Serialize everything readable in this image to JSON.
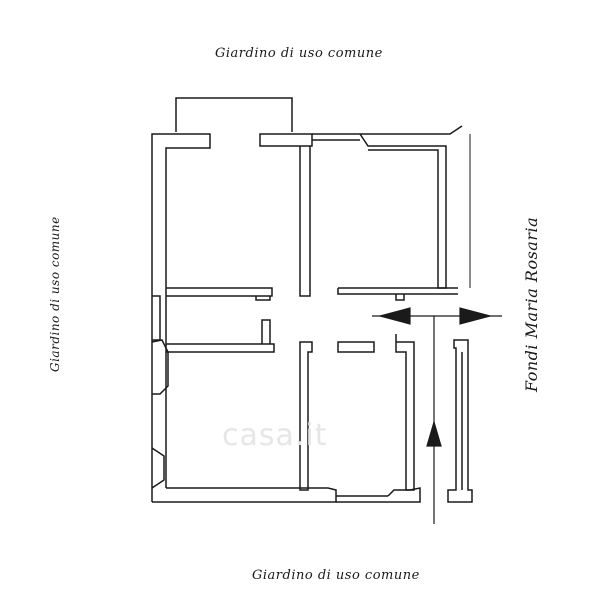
{
  "labels": {
    "top": "Giardino di uso comune",
    "bottom": "Giardino di uso comune",
    "left": "Giardino di uso comune",
    "right": "Fondi Maria Rosaria"
  },
  "watermark": "casa.it",
  "colors": {
    "wall": "#1a1a1a",
    "background": "#ffffff",
    "watermark": "#e6e6e6"
  }
}
